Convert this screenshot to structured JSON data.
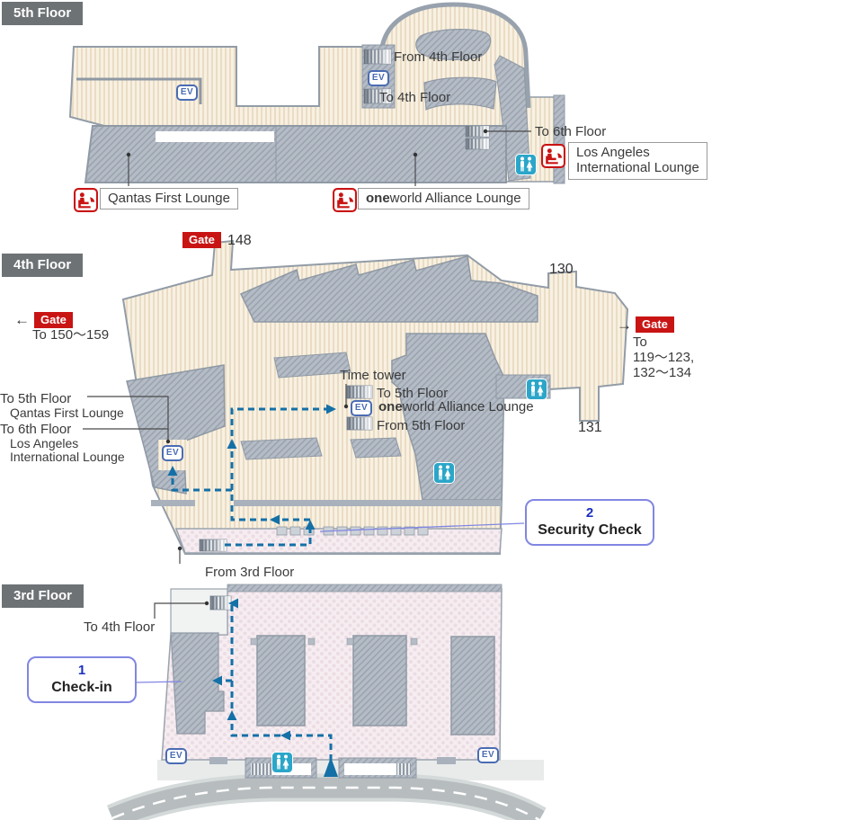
{
  "colors": {
    "concourse_beige": "#f8f1e2",
    "room_gray": "#b5bcc6",
    "outline_gray": "#8f99a4",
    "landside_pink": "#f6edf1",
    "route_blue": "#1470a6",
    "gate_red": "#c91414",
    "ev_blue": "#4a6cb3",
    "restroom_cyan": "#2ba6c9",
    "lounge_red": "#c91414",
    "callout_border": "#8186e2",
    "callout_number": "#1b2fc0",
    "floor_title_bg": "#6d7275"
  },
  "glyphs": {
    "arrow_left": "←",
    "arrow_right": "→"
  },
  "icons": {
    "ev": "EV"
  },
  "floor5": {
    "title": "5th Floor",
    "from_4th": "From 4th Floor",
    "to_4th": "To 4th Floor",
    "to_6th": "To 6th Floor",
    "qantas": "Qantas First Lounge",
    "oneworld_bold": "one",
    "oneworld_rest": "world Alliance Lounge",
    "la_line1": "Los Angeles",
    "la_line2": "International Lounge"
  },
  "floor4": {
    "title": "4th Floor",
    "gate": "Gate",
    "gate148": "148",
    "gate130": "130",
    "gate131": "131",
    "to_150_159": "To 150〜159",
    "to_right_1": "To",
    "to_right_2": "119〜123,",
    "to_right_3": "132〜134",
    "to_5th": "To 5th Floor",
    "qantas": "Qantas First Lounge",
    "to_6th": "To 6th Floor",
    "la_line1": "Los Angeles",
    "la_line2": "International Lounge",
    "time_tower": "Time tower",
    "center_to_5th": "To 5th Floor",
    "oneworld_bold": "one",
    "oneworld_rest": "world Alliance Lounge",
    "from_5th": "From 5th Floor",
    "security_number": "2",
    "security_label": "Security Check",
    "from_3rd": "From 3rd Floor"
  },
  "floor3": {
    "title": "3rd Floor",
    "to_4th": "To 4th Floor",
    "checkin_number": "1",
    "checkin_label": "Check-in"
  }
}
